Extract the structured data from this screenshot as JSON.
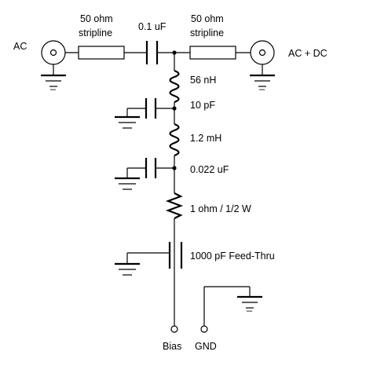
{
  "labels": {
    "input": "AC",
    "output": "AC + DC",
    "stripline_left_1": "50 ohm",
    "stripline_left_2": "stripline",
    "stripline_right_1": "50 ohm",
    "stripline_right_2": "stripline",
    "coupling_cap": "0.1 uF",
    "inductor_1": "56 nH",
    "cap_1": "10 pF",
    "inductor_2": "1.2 mH",
    "cap_2": "0.022 uF",
    "resistor": "1 ohm / 1/2 W",
    "feedthru_cap": "1000 pF Feed-Thru",
    "bias": "Bias",
    "gnd": "GND",
    "ground_marks": [
      "_",
      "_",
      "_"
    ]
  }
}
